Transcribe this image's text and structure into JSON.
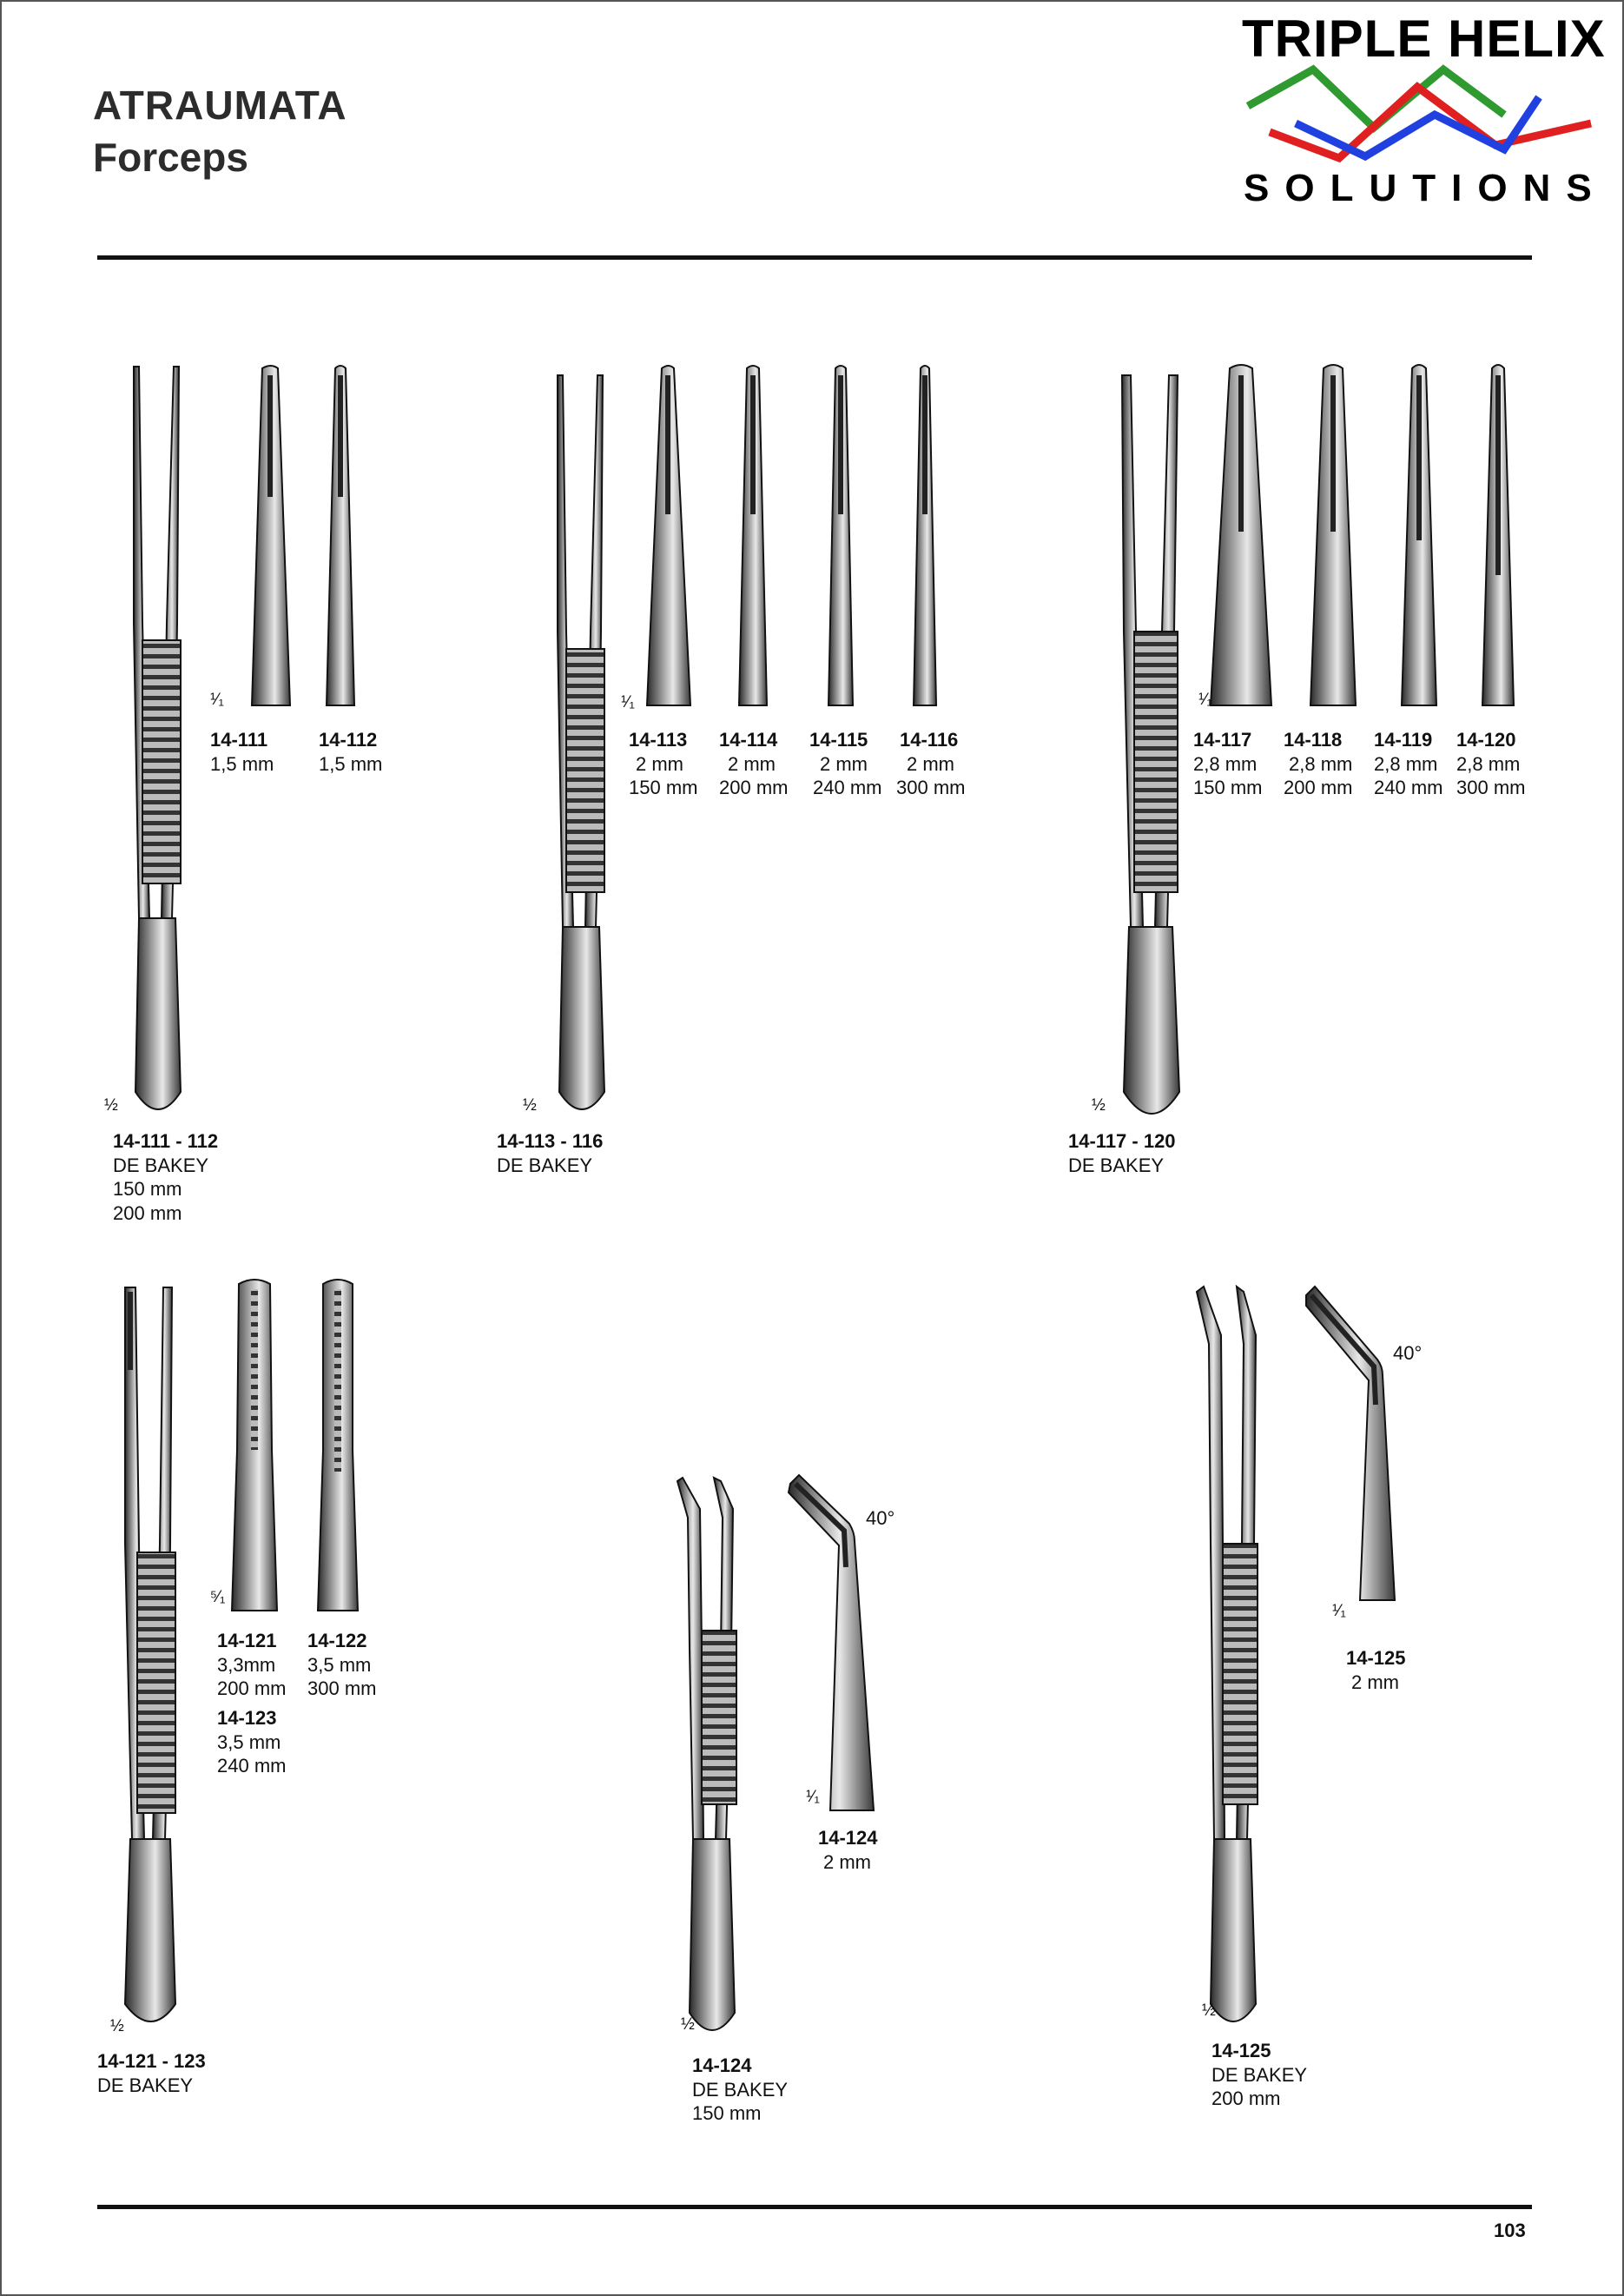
{
  "header": {
    "title_line1": "ATRAUMATA",
    "title_line2": "Forceps",
    "brand_top": "TRIPLE HELIX",
    "brand_bottom": "SOLUTIONS",
    "brand_colors": {
      "green": "#2f9a2f",
      "red": "#e02020",
      "blue": "#2040e0"
    }
  },
  "groups": [
    {
      "id": "g1",
      "name": "14-111 - 112",
      "type": "DE BAKEY",
      "lines": [
        "150 mm",
        "200 mm"
      ],
      "scale": "½"
    },
    {
      "id": "g2",
      "name": "14-113 - 116",
      "type": "DE BAKEY",
      "lines": [],
      "scale": "½"
    },
    {
      "id": "g3",
      "name": "14-117 - 120",
      "type": "DE BAKEY",
      "lines": [],
      "scale": "½"
    },
    {
      "id": "g4",
      "name": "14-121 - 123",
      "type": "DE BAKEY",
      "lines": [],
      "scale": "½"
    },
    {
      "id": "g5",
      "name": "14-124",
      "type": "DE BAKEY",
      "lines": [
        "150 mm"
      ],
      "scale": "½"
    },
    {
      "id": "g6",
      "name": "14-125",
      "type": "DE BAKEY",
      "lines": [
        "200 mm"
      ],
      "scale": "½"
    }
  ],
  "tips": {
    "t111": {
      "code": "14-111",
      "width": "1,5 mm"
    },
    "t112": {
      "code": "14-112",
      "width": "1,5 mm"
    },
    "t113": {
      "code": "14-113",
      "width": "2 mm",
      "length": "150 mm"
    },
    "t114": {
      "code": "14-114",
      "width": "2 mm",
      "length": "200 mm"
    },
    "t115": {
      "code": "14-115",
      "width": "2 mm",
      "length": "240 mm"
    },
    "t116": {
      "code": "14-116",
      "width": "2 mm",
      "length": "300 mm"
    },
    "t117": {
      "code": "14-117",
      "width": "2,8 mm",
      "length": "150 mm"
    },
    "t118": {
      "code": "14-118",
      "width": "2,8 mm",
      "length": "200 mm"
    },
    "t119": {
      "code": "14-119",
      "width": "2,8 mm",
      "length": "240 mm"
    },
    "t120": {
      "code": "14-120",
      "width": "2,8 mm",
      "length": "300 mm"
    },
    "t121": {
      "code": "14-121",
      "width": "3,3mm",
      "length": "200 mm"
    },
    "t122": {
      "code": "14-122",
      "width": "3,5 mm",
      "length": "300 mm"
    },
    "t123": {
      "code": "14-123",
      "width": "3,5 mm",
      "length": "240 mm"
    },
    "t124": {
      "code": "14-124",
      "width": "2 mm"
    },
    "t125": {
      "code": "14-125",
      "width": "2 mm"
    }
  },
  "scales": {
    "tip": "¹⁄₁",
    "tip_a": "⁵⁄₁",
    "tip_b": "¹⁄₁"
  },
  "angles": {
    "a124": "40°",
    "a125": "40°"
  },
  "footer": {
    "page_number": "103"
  }
}
